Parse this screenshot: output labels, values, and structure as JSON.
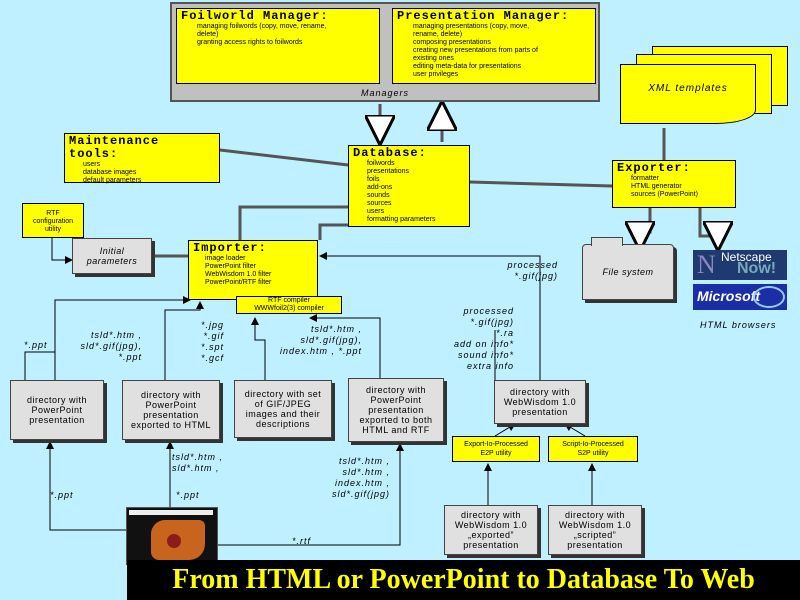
{
  "colors": {
    "background": "#bff0ff",
    "box": "#ffff00",
    "gray": "#c0c0c0",
    "title_fg": "#ffff00",
    "title_bg": "#000000"
  },
  "managers": {
    "label": "Managers",
    "foilworld": {
      "title": "Foilworld Manager:",
      "items": [
        "managing foilwords (copy, move, rename,",
        "delete)",
        "granting access rights to foilwords"
      ]
    },
    "presentation": {
      "title": "Presentation Manager:",
      "items": [
        "managing presentations (copy, move,",
        "rename, delete)",
        "composing presentations",
        "creating new presentations from parts of",
        "existing ones",
        "editing meta-data for presentations",
        "user privileges"
      ]
    }
  },
  "maintenance": {
    "title": "Maintenance tools:",
    "items": [
      "users",
      "database images",
      "default parameters"
    ]
  },
  "database": {
    "title": "Database:",
    "items": [
      "foilwords",
      "presentations",
      "foils",
      "add-ons",
      "sounds",
      "sources",
      "users",
      "formatting parameters"
    ]
  },
  "exporter": {
    "title": "Exporter:",
    "items": [
      "formatter",
      "HTML generator",
      "sources (PowerPoint)"
    ]
  },
  "importer": {
    "title": "Importer:",
    "items": [
      "image loader",
      "PowerPoint filter",
      "WebWisdom 1.0 filter",
      "PowerPoint/RTF filter"
    ]
  },
  "rtf_compiler": {
    "line1": "RTF compiler",
    "line2": "WWWfoil2(3) compiler"
  },
  "rtf_utility": {
    "line1": "RTF",
    "line2": "configuration",
    "line3": "utility"
  },
  "xml_templates": "XML templates",
  "file_system": "File system",
  "browsers": {
    "label": "HTML browsers",
    "netscape_brand": "Netscape",
    "netscape_now": "Now!",
    "microsoft_brand": "Microsoft"
  },
  "initial_params": {
    "line1": "Initial",
    "line2": "parameters"
  },
  "directories": {
    "ppt": [
      "directory with",
      "PowerPoint",
      "presentation"
    ],
    "html": [
      "directory with",
      "PowerPoint",
      "presentation",
      "exported to HTML"
    ],
    "gif": [
      "directory with set",
      "of GIF/JPEG",
      "images and their",
      "descriptions"
    ],
    "both": [
      "directory with",
      "PowerPoint",
      "presentation",
      "exported to both",
      "HTML and RTF"
    ],
    "ww10": [
      "directory with",
      "WebWisdom 1.0",
      "presentation"
    ],
    "exported": [
      "directory with",
      "WebWisdom 1.0",
      "„exported”",
      "presentation"
    ],
    "scripted": [
      "directory with",
      "WebWisdom 1.0",
      "„scripted”",
      "presentation"
    ]
  },
  "utilities": {
    "e2p": [
      "Export-Io-Processed",
      "E2P utility"
    ],
    "s2p": [
      "Script-Io-Processed",
      "S2P utility"
    ]
  },
  "labels": {
    "ppt_left": "*.ppt",
    "html_files": [
      "tsld*.htm ,",
      "sld*.gif(jpg),",
      "*.ppt"
    ],
    "images": [
      "*.jpg",
      "*.gif",
      "*.spt",
      "*.gcf"
    ],
    "both_files": [
      "tsld*.htm ,",
      "sld*.gif(jpg),",
      "index.htm , *.ppt"
    ],
    "processed_top": [
      "processed",
      "*.gif(jpg)"
    ],
    "processed_mid": [
      "processed",
      "*.gif(jpg)",
      "*.ra",
      "add on info*",
      "sound info*",
      "extra info"
    ],
    "bottom_ppt_left": "*.ppt",
    "bottom_html": [
      "tsld*.htm ,",
      "sld*.htm ,"
    ],
    "bottom_ppt_mid": "*.ppt",
    "bottom_both": [
      "tsld*.htm ,",
      "sld*.htm ,",
      "index.htm ,",
      "sld*.gif(jpg)"
    ],
    "bottom_rtf": "*.rtf"
  },
  "title_banner": "From HTML or PowerPoint to Database To Web"
}
